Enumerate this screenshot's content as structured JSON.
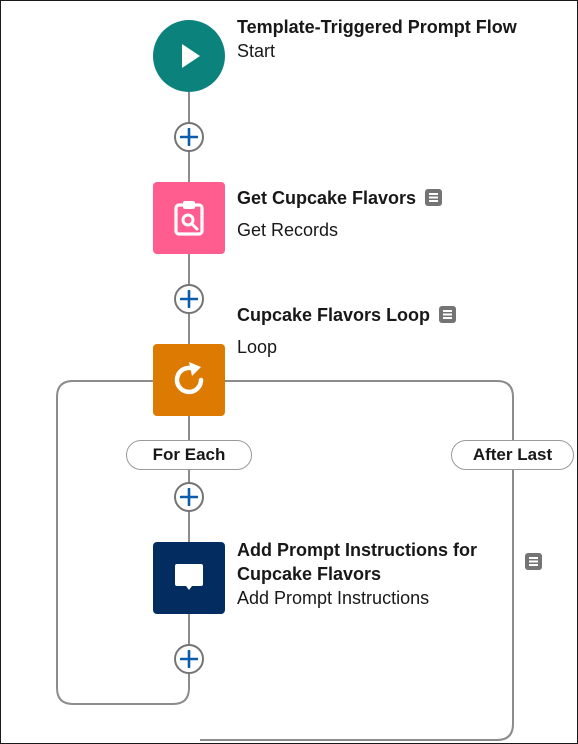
{
  "flow": {
    "start": {
      "title": "Template-Triggered Prompt Flow",
      "subtitle": "Start",
      "icon": "play-icon",
      "color": "#0b827c"
    },
    "get_records": {
      "title": "Get Cupcake Flavors",
      "subtitle": "Get Records",
      "icon": "clipboard-search-icon",
      "color": "#ff5d8f"
    },
    "loop": {
      "title": "Cupcake Flavors Loop",
      "subtitle": "Loop",
      "icon": "loop-icon",
      "color": "#dd7a01"
    },
    "prompt": {
      "title": "Add Prompt Instructions for Cupcake Flavors",
      "subtitle": "Add Prompt Instructions",
      "icon": "message-icon",
      "color": "#032d60"
    },
    "branches": {
      "for_each": "For Each",
      "after_last": "After Last"
    }
  },
  "colors": {
    "connector": "#8c8c8c",
    "plus_sign": "#0b5cab"
  }
}
